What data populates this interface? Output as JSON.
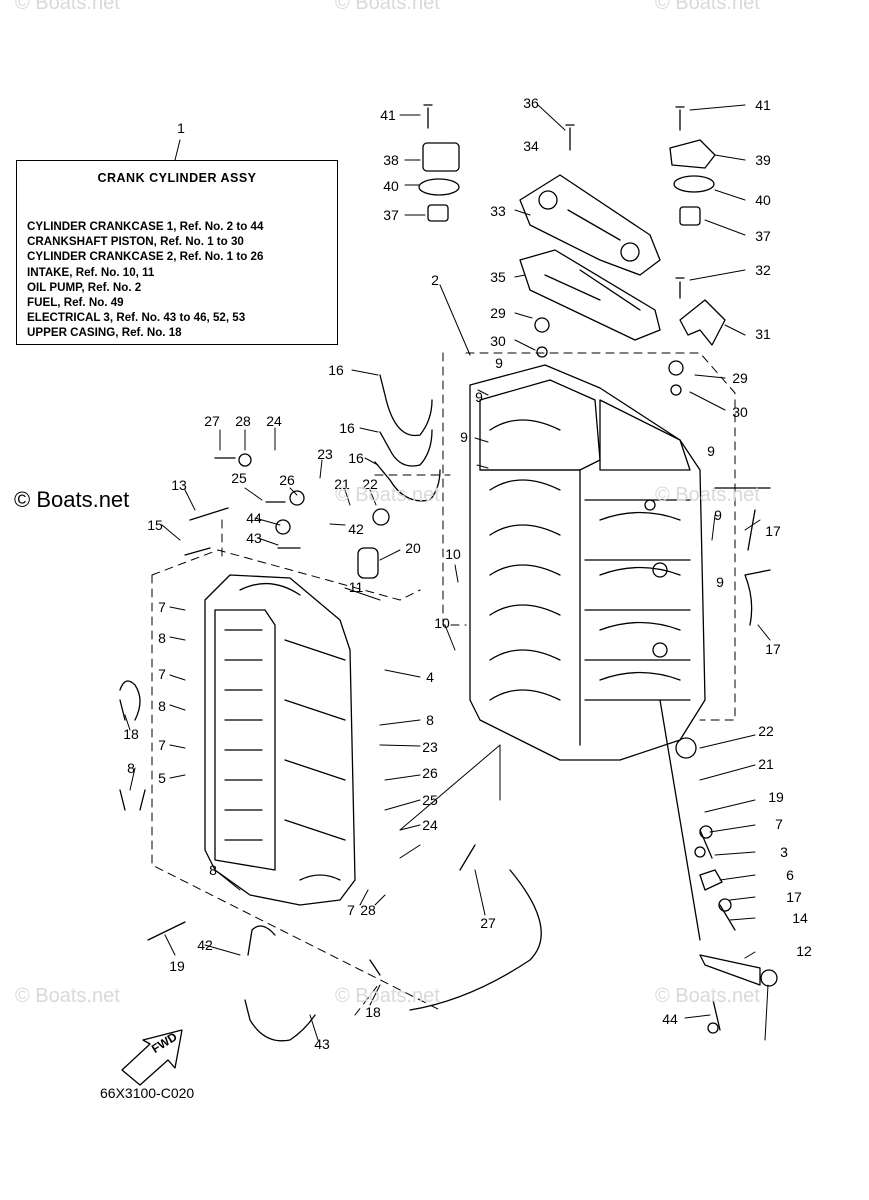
{
  "legend": {
    "ref": "1",
    "title": "CRANK  CYLINDER ASSY",
    "lines": [
      "CYLINDER CRANKCASE 1, Ref. No. 2 to 44",
      "CRANKSHAFT PISTON,       Ref. No. 1 to 30",
      "CYLINDER CRANKCASE 2, Ref. No. 1 to 26",
      "INTAKE,      Ref. No. 10, 11",
      "OIL PUMP, Ref. No. 2",
      "FUEL,          Ref. No. 49",
      "ELECTRICAL 3, Ref. No. 43 to 46, 52, 53",
      "UPPER CASING, Ref. No. 18"
    ]
  },
  "callouts": [
    "41",
    "36",
    "41",
    "38",
    "34",
    "39",
    "40",
    "40",
    "37",
    "33",
    "37",
    "32",
    "35",
    "2",
    "29",
    "31",
    "30",
    "9",
    "29",
    "16",
    "9",
    "30",
    "27",
    "28",
    "24",
    "16",
    "9",
    "23",
    "16",
    "21",
    "22",
    "9",
    "25",
    "26",
    "13",
    "44",
    "42",
    "17",
    "15",
    "43",
    "20",
    "9",
    "10",
    "11",
    "17",
    "7",
    "10",
    "9",
    "8",
    "4",
    "17",
    "7",
    "22",
    "8",
    "18",
    "8",
    "21",
    "7",
    "23",
    "19",
    "8",
    "5",
    "26",
    "7",
    "25",
    "3",
    "8",
    "24",
    "6",
    "7",
    "28",
    "17",
    "27",
    "14",
    "19",
    "42",
    "12",
    "18",
    "43",
    "44"
  ],
  "watermarks": {
    "text": "© Boats.net",
    "brand": "© Boats.net"
  },
  "fwd_label": "FWD",
  "drawing_code": "66X3100-C020"
}
